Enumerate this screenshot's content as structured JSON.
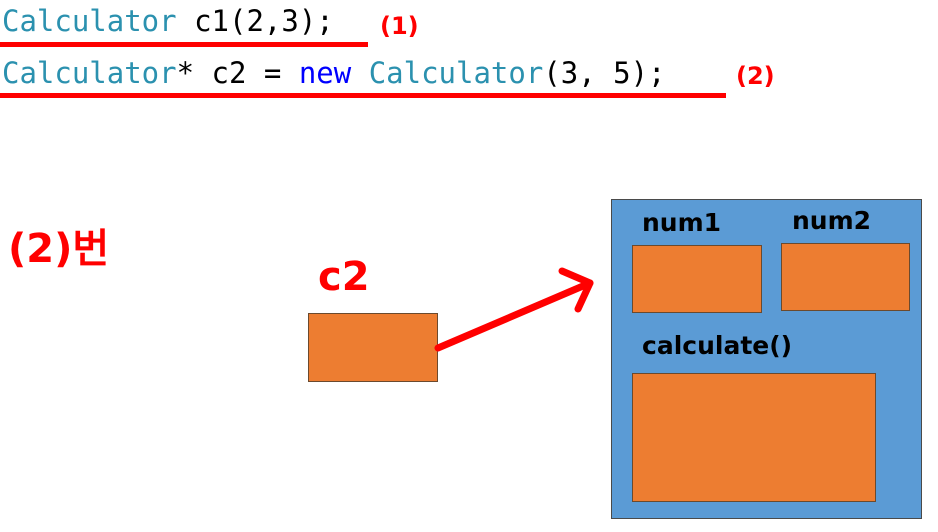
{
  "code": {
    "line1": {
      "type_name": "Calculator",
      "rest": " c1(2,3);"
    },
    "line2": {
      "type_name": "Calculator",
      "decl": "* c2 = ",
      "keyword": "new",
      "space": " ",
      "ctor": "Calculator",
      "args": "(3, 5);"
    }
  },
  "markers": {
    "first": "(1)",
    "second": "(2)"
  },
  "diagram": {
    "case_label": "(2)번",
    "pointer_label": "c2",
    "members": {
      "num1": "num1",
      "num2": "num2",
      "method": "calculate()"
    }
  },
  "colors": {
    "accent_red": "#ff0000",
    "type_teal": "#2b91af",
    "keyword_blue": "#0000ff",
    "box_orange": "#ed7d31",
    "panel_blue": "#5b9bd5"
  }
}
